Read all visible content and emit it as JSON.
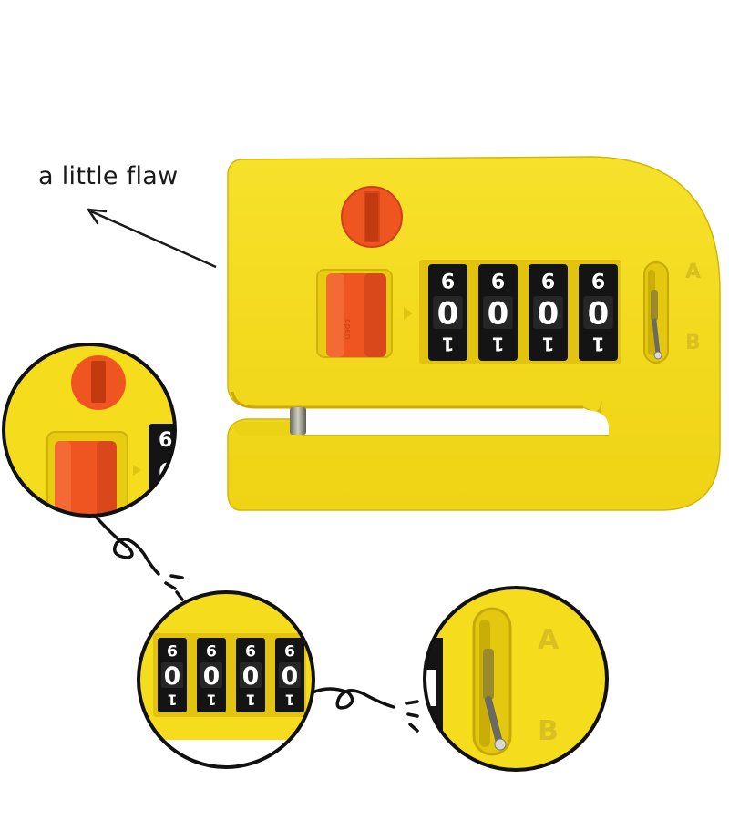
{
  "annotation": {
    "text": "a little flaw"
  },
  "dials": [
    {
      "top": "6",
      "mid": "0",
      "bottom": "1"
    },
    {
      "top": "6",
      "mid": "0",
      "bottom": "1"
    },
    {
      "top": "6",
      "mid": "0",
      "bottom": "1"
    },
    {
      "top": "6",
      "mid": "0",
      "bottom": "1"
    }
  ],
  "side_marks": {
    "upper": "A",
    "lower": "B"
  },
  "colors": {
    "lock_body": "#f5dc1c",
    "lock_shadow": "#d8bd0c",
    "button_orange": "#ee5520",
    "dial_black": "#141414"
  }
}
